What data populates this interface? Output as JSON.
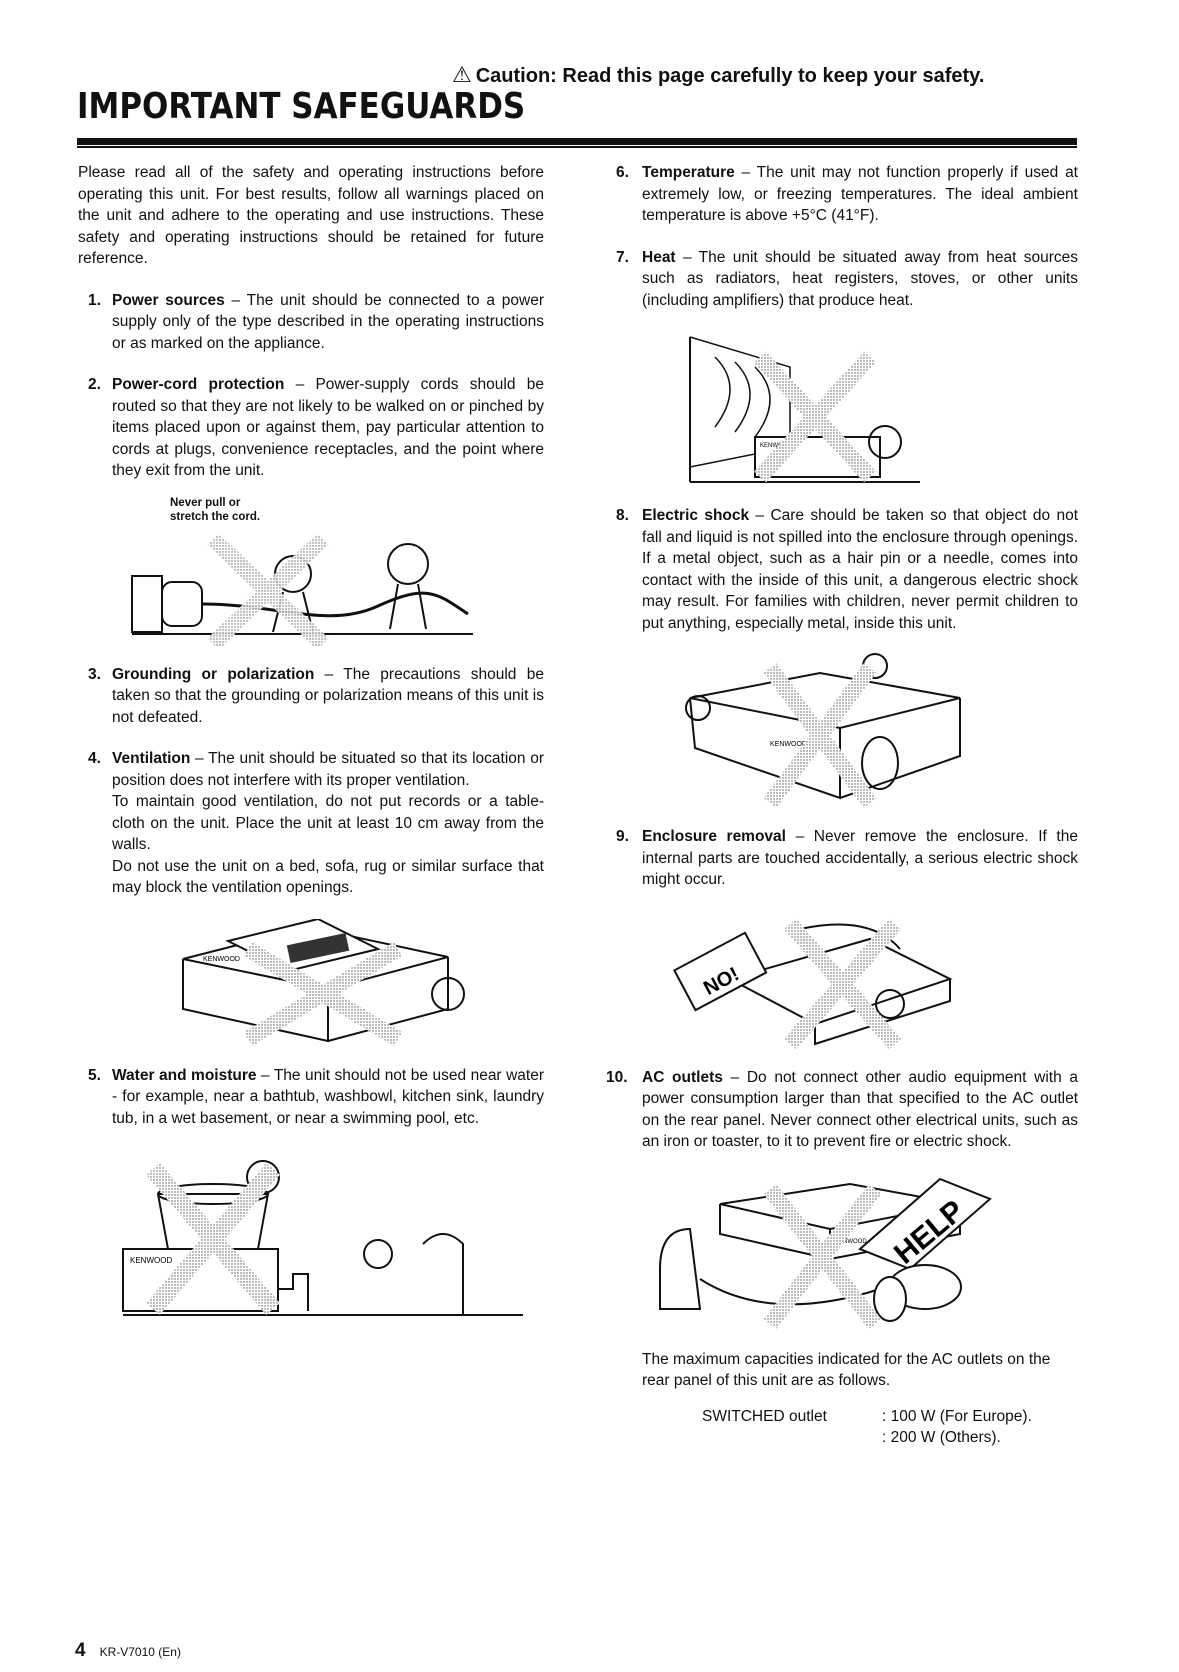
{
  "header": {
    "caution_icon": "warning-triangle-icon",
    "caution_text": "Caution: Read this page carefully to keep your safety.",
    "title": "IMPORTANT SAFEGUARDS"
  },
  "intro": "Please read all of the safety and operating instructions before operating this unit. For best results, follow all warnings placed on the unit and adhere to the operating and use instructions. These safety and operating instructions should be retained for future reference.",
  "items": [
    {
      "num": "1.",
      "head": "Power sources",
      "text": " – The unit should be connected to a power supply only of the type described in the operating instructions or as marked on the appliance."
    },
    {
      "num": "2.",
      "head": "Power-cord protection",
      "text": " – Power-supply cords should be routed so that they are not likely to be walked on or pinched by items placed upon or against them, pay particular attention to cords at plugs, convenience receptacles, and the point where they exit from the unit."
    },
    {
      "num": "3.",
      "head": "Grounding or polarization",
      "text": " – The precautions should be taken so that the grounding or polarization means of this unit is not defeated."
    },
    {
      "num": "4.",
      "head": "Ventilation",
      "text": " – The unit should be situated so that its location or position does not interfere with its proper ventilation.",
      "text2": "To maintain good ventilation, do not put records or a table-cloth on the unit. Place the unit at least 10 cm away from the walls.",
      "text3": "Do not use the unit on a bed, sofa, rug or similar surface that may block the ventilation openings."
    },
    {
      "num": "5.",
      "head": "Water and moisture",
      "text": " – The unit should not be used near water - for example, near a bathtub, washbowl, kitchen sink, laundry tub, in a wet basement, or near a swimming pool, etc."
    },
    {
      "num": "6.",
      "head": "Temperature",
      "text": " – The unit may not function properly if used at extremely low, or freezing temperatures. The ideal ambient temperature is above +5°C (41°F)."
    },
    {
      "num": "7.",
      "head": "Heat",
      "text": " – The unit should be situated away from heat sources such as radiators, heat registers, stoves, or other units (including amplifiers) that produce heat."
    },
    {
      "num": "8.",
      "head": "Electric shock",
      "text": " – Care should be taken so that object do not fall and liquid is not spilled into the enclosure through openings. If a metal object, such as a hair pin or a needle, comes into contact with the inside of this unit, a dangerous electric shock may result. For families with children, never permit children to put anything, especially metal, inside this unit."
    },
    {
      "num": "9.",
      "head": "Enclosure removal",
      "text": " – Never remove the enclosure. If the internal parts are touched accidentally, a serious electric shock might occur."
    },
    {
      "num": "10.",
      "head": "AC outlets",
      "text": " – Do not connect other audio equipment with a power consumption larger than that specified to the AC outlet on the rear panel. Never connect other electrical units, such as an iron or toaster, to it to prevent fire or electric shock."
    }
  ],
  "figures": {
    "cord_caption_line1": "Never pull or",
    "cord_caption_line2": "stretch the cord.",
    "brand_label": "KENWOOD",
    "no_sign": "NO!",
    "help_sign": "HELP"
  },
  "outlet_note": "The maximum capacities indicated for the AC outlets on the rear panel of this unit are as follows.",
  "outlets": [
    {
      "label": "SWITCHED outlet",
      "value": ": 100 W (For Europe)."
    },
    {
      "label": "",
      "value": ": 200 W (Others)."
    }
  ],
  "footer": {
    "page_number": "4",
    "model": "KR-V7010 (En)"
  }
}
